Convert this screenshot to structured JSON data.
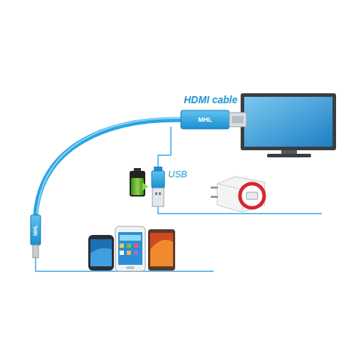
{
  "diagram": {
    "labels": [
      "HDMI cable",
      "USB",
      "MHL",
      "MHL"
    ]
  }
}
